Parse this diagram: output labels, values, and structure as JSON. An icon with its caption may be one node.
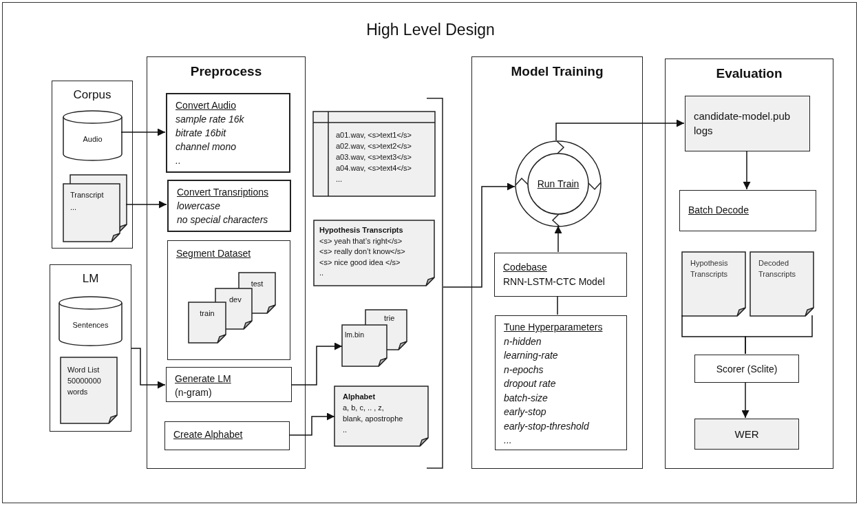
{
  "diagram": {
    "title": "High Level Design",
    "nodes": [
      {
        "text": [
          "Corpus"
        ]
      },
      {
        "text": [
          "Audio"
        ],
        "in": 0
      },
      {
        "text": [
          "Transcript",
          "..."
        ],
        "in": 0
      },
      {
        "text": [
          "LM"
        ]
      },
      {
        "text": [
          "Sentences"
        ],
        "in": 3
      },
      {
        "text": [
          "Word List 50000000 words"
        ],
        "in": 3
      },
      {
        "text": [
          "Preprocess"
        ]
      },
      {
        "text": [
          "Convert Audio",
          "sample rate 16k",
          "bitrate 16bit",
          "channel mono",
          ".."
        ],
        "in": 6
      },
      {
        "text": [
          "Convert Transriptions",
          "lowercase",
          "no special characters"
        ],
        "in": 6
      },
      {
        "text": [
          "Segment Dataset"
        ],
        "in": 6
      },
      {
        "text": [
          "train"
        ],
        "in": 9
      },
      {
        "text": [
          "dev"
        ],
        "in": 9
      },
      {
        "text": [
          "test"
        ],
        "in": 9
      },
      {
        "text": [
          "Generate LM",
          "(n-gram)"
        ],
        "in": 6
      },
      {
        "text": [
          "Create Alphabet"
        ],
        "in": 6
      },
      {
        "text": [
          "a01.wav, <s>text1</s>",
          "a02.wav, <s>text2</s>",
          "a03.wav, <s>text3</s>",
          "a04.wav, <s>text4</s>",
          "..."
        ]
      },
      {
        "text": [
          "Hypothesis Transcripts",
          "<s> yeah that’s right</s>",
          "<s> really don’t know</s>",
          "<s> nice good idea </s>",
          ".."
        ]
      },
      {
        "text": [
          "trie"
        ]
      },
      {
        "text": [
          "lm.bin"
        ]
      },
      {
        "text": [
          "Alphabet",
          "a, b, c, .. , z,",
          "blank, apostrophe",
          ".."
        ]
      },
      {
        "text": [
          "Model Training"
        ]
      },
      {
        "text": [
          "Run Train"
        ],
        "in": 20
      },
      {
        "text": [
          "Codebase",
          "RNN-LSTM-CTC Model"
        ],
        "in": 20
      },
      {
        "text": [
          "Tune Hyperparameters",
          "n-hidden",
          "learning-rate",
          "n-epochs",
          "dropout rate",
          "batch-size",
          "early-stop",
          "early-stop-threshold",
          "..."
        ],
        "in": 20
      },
      {
        "text": [
          "Evaluation"
        ]
      },
      {
        "text": [
          "candidate-model.pub",
          "logs"
        ],
        "in": 24
      },
      {
        "text": [
          "Batch Decode"
        ],
        "in": 24
      },
      {
        "text": [
          "Hypothesis Transcripts"
        ],
        "in": 24
      },
      {
        "text": [
          "Decoded Transcripts"
        ],
        "in": 24
      },
      {
        "text": [
          "Scorer (Sclite)"
        ],
        "in": 24
      },
      {
        "text": [
          "WER"
        ],
        "in": 24
      },
      {
        "text": [],
        "shape": "bracket"
      }
    ],
    "edges": [
      {
        "from": 1,
        "to": 7,
        "arrow": "to"
      },
      {
        "from": 2,
        "to": 8,
        "arrow": "to"
      },
      {
        "from": 3,
        "to": 13,
        "arrow": "to"
      },
      {
        "from": 13,
        "to": 18,
        "arrow": "to"
      },
      {
        "from": 14,
        "to": 19,
        "arrow": "to"
      },
      {
        "from": 31,
        "to": 21,
        "arrow": "to"
      },
      {
        "from": 22,
        "to": 21,
        "arrow": "to"
      },
      {
        "from": 23,
        "to": 22,
        "arrow": "none"
      },
      {
        "from": 21,
        "to": 25,
        "arrow": "to"
      },
      {
        "from": 25,
        "to": 26,
        "arrow": "to"
      },
      {
        "from": 27,
        "to": 29,
        "arrow": "none"
      },
      {
        "from": 28,
        "to": 29,
        "arrow": "none"
      },
      {
        "from": 29,
        "to": 30,
        "arrow": "to"
      }
    ]
  }
}
